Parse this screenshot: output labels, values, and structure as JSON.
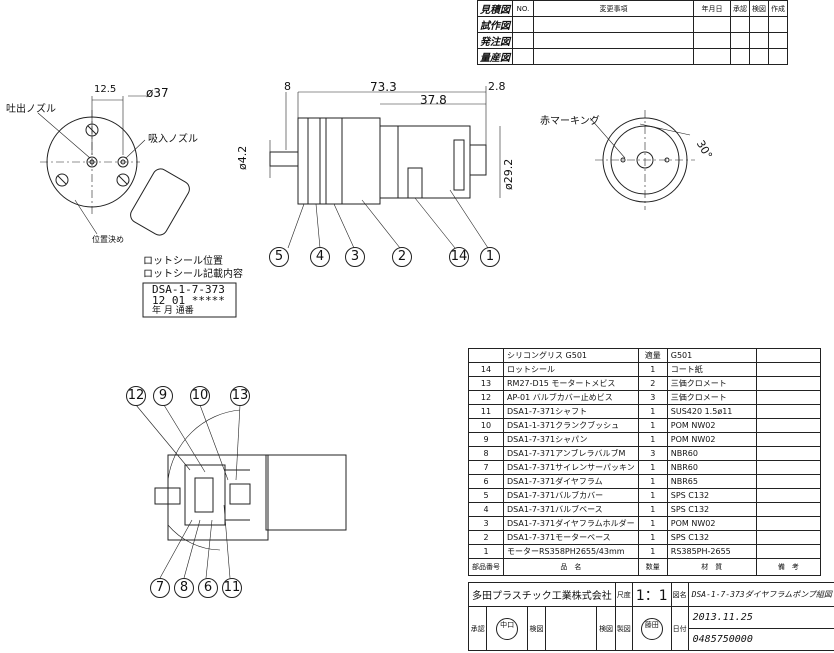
{
  "revision_table": {
    "stages": [
      "見積図",
      "試作図",
      "発注図",
      "量産図"
    ],
    "col_no": "NO.",
    "col_change": "変更事項",
    "col_date": "年月日",
    "col_approve": "承認",
    "col_inspect": "検図",
    "col_create": "作成"
  },
  "front_view": {
    "dim_offset": "12.5",
    "dim_diameter": "ø37",
    "label_outlet": "吐出ノズル",
    "label_inlet": "吸入ノズル",
    "label_position": "位置決め"
  },
  "lot_seal": {
    "caption_line1": "ロットシール位置",
    "caption_line2": "ロットシール記載内容",
    "line1": "DSA-1-7-373",
    "line2": "12 01 *****",
    "line3": "年 月 通番"
  },
  "side_view": {
    "dim_total": "73.3",
    "dim_motor": "37.8",
    "dim_left": "8",
    "dim_right": "2.8",
    "dim_shaft": "ø4.2",
    "dim_body": "ø29.2",
    "balloons": [
      "5",
      "4",
      "3",
      "2",
      "14",
      "1"
    ]
  },
  "end_view": {
    "label_mark": "赤マーキング",
    "dim_angle": "30°"
  },
  "section_view": {
    "balloons_top": [
      "12",
      "9",
      "10",
      "13"
    ],
    "balloons_bottom": [
      "7",
      "8",
      "6",
      "11"
    ]
  },
  "bill_of_materials": {
    "grease": {
      "name": "シリコングリス G501",
      "qty": "適量",
      "material": "G501"
    },
    "rows": [
      {
        "no": "14",
        "name": "ロットシール",
        "qty": "1",
        "material": "コート紙"
      },
      {
        "no": "13",
        "name": "RM27-D15 モータートメビス",
        "qty": "2",
        "material": "三価クロメート"
      },
      {
        "no": "12",
        "name": "AP-01 バルブカバー止めビス",
        "qty": "3",
        "material": "三価クロメート"
      },
      {
        "no": "11",
        "name": "DSA1-7-371シャフト",
        "qty": "1",
        "material": "SUS420 1.5ø11"
      },
      {
        "no": "10",
        "name": "DSA1-1-371クランクブッシュ",
        "qty": "1",
        "material": "POM NW02"
      },
      {
        "no": "9",
        "name": "DSA1-7-371シャパン",
        "qty": "1",
        "material": "POM NW02"
      },
      {
        "no": "8",
        "name": "DSA1-7-371アンブレラバルブM",
        "qty": "3",
        "material": "NBR60"
      },
      {
        "no": "7",
        "name": "DSA1-7-371サイレンサーパッキン",
        "qty": "1",
        "material": "NBR60"
      },
      {
        "no": "6",
        "name": "DSA1-7-371ダイヤフラム",
        "qty": "1",
        "material": "NBR65"
      },
      {
        "no": "5",
        "name": "DSA1-7-371バルブカバー",
        "qty": "1",
        "material": "SPS C132"
      },
      {
        "no": "4",
        "name": "DSA1-7-371バルブベース",
        "qty": "1",
        "material": "SPS C132"
      },
      {
        "no": "3",
        "name": "DSA1-7-371ダイヤフラムホルダー",
        "qty": "1",
        "material": "POM NW02"
      },
      {
        "no": "2",
        "name": "DSA1-7-371モーターベース",
        "qty": "1",
        "material": "SPS C132"
      },
      {
        "no": "1",
        "name": "モーターRS358PH2655/43mm",
        "qty": "1",
        "material": "RS385PH-2655"
      }
    ],
    "header": {
      "no": "部品番号",
      "name": "品　名",
      "qty": "数量",
      "material": "材　質",
      "note": "備　考"
    }
  },
  "title_block": {
    "company": "多田プラスチック工業株式会社",
    "scale_label": "尺度",
    "scale": "1：1",
    "drawing_name_label": "図名",
    "drawing_name": "DSA-1-7-373ダイヤフラムポンプ組図",
    "approve_label": "承認",
    "approve_stamp": "中口",
    "inspect_label": "検図",
    "inspect2_label": "検図",
    "draw_label": "製図",
    "draw_stamp": "藤田",
    "date_label": "日付",
    "date": "2013.11.25",
    "drawing_no": "0485750000"
  }
}
